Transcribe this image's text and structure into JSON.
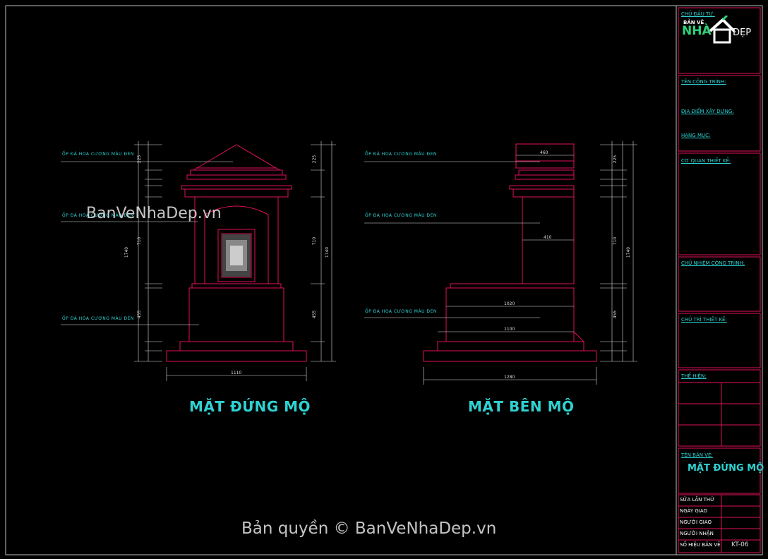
{
  "left_view": {
    "title": "MẶT ĐỨNG MỘ",
    "labels": [
      "ỐP ĐÁ HOA CƯƠNG MÀU ĐEN",
      "ỐP ĐÁ HOA CƯƠNG MÀU ĐEN",
      "ỐP ĐÁ HOA CƯƠNG MÀU ĐEN"
    ],
    "dims": {
      "height_total": "1740",
      "middle": "710",
      "lower": "455",
      "top": "225",
      "width": "1110"
    }
  },
  "right_view": {
    "title": "MẶT BÊN MỘ",
    "labels": [
      "ỐP ĐÁ HOA CƯƠNG MÀU ĐEN",
      "ỐP ĐÁ HOA CƯƠNG MÀU ĐEN",
      "ỐP ĐÁ HOA CƯƠNG MÀU ĐEN"
    ],
    "dims": {
      "top_width": "460",
      "mid_width": "410",
      "w1": "1020",
      "w2": "1100",
      "base_width": "1280",
      "height_total": "1740",
      "middle": "710",
      "lower": "455",
      "top": "225"
    }
  },
  "title_block": {
    "chu_dau_tu": "CHỦ ĐẦU TƯ:",
    "ten_cong_trinh": "TÊN CÔNG TRÌNH:",
    "dia_diem": "ĐỊA ĐIỂM XÂY DỰNG:",
    "hang_muc": "HẠNG MỤC:",
    "co_quan": "CƠ QUAN THIẾT KẾ:",
    "chu_nhiem": "CHỦ NHIỆM CÔNG TRÌNH:",
    "chu_tri": "CHỦ TRÌ THIẾT KẾ:",
    "the_hien": "THỂ HIỆN:",
    "ten_ban_ve": "TÊN BẢN VẼ:",
    "drawing_name": "MẶT ĐỨNG MỘ",
    "sua_lan_thu": "SỬA LẦN THỨ",
    "ngay_giao": "NGÀY GIAO",
    "nguoi_giao": "NGƯỜI GIAO",
    "nguoi_nhan": "NGƯỜI NHẬN",
    "so_hieu": "SỐ HIỆU BẢN VẼ",
    "so_hieu_value": "KT-06"
  },
  "logo": {
    "line1": "BẢN VẼ",
    "line2": "NHÀ",
    "line3": "ĐẸP"
  },
  "watermarks": {
    "top": "BanVeNhaDep.vn",
    "bottom": "Bản quyền © BanVeNhaDep.vn"
  },
  "colors": {
    "outline": "#e0105a",
    "text": "#2fd2d2",
    "dim": "#dddddd",
    "frame": "#bbbbbb"
  }
}
